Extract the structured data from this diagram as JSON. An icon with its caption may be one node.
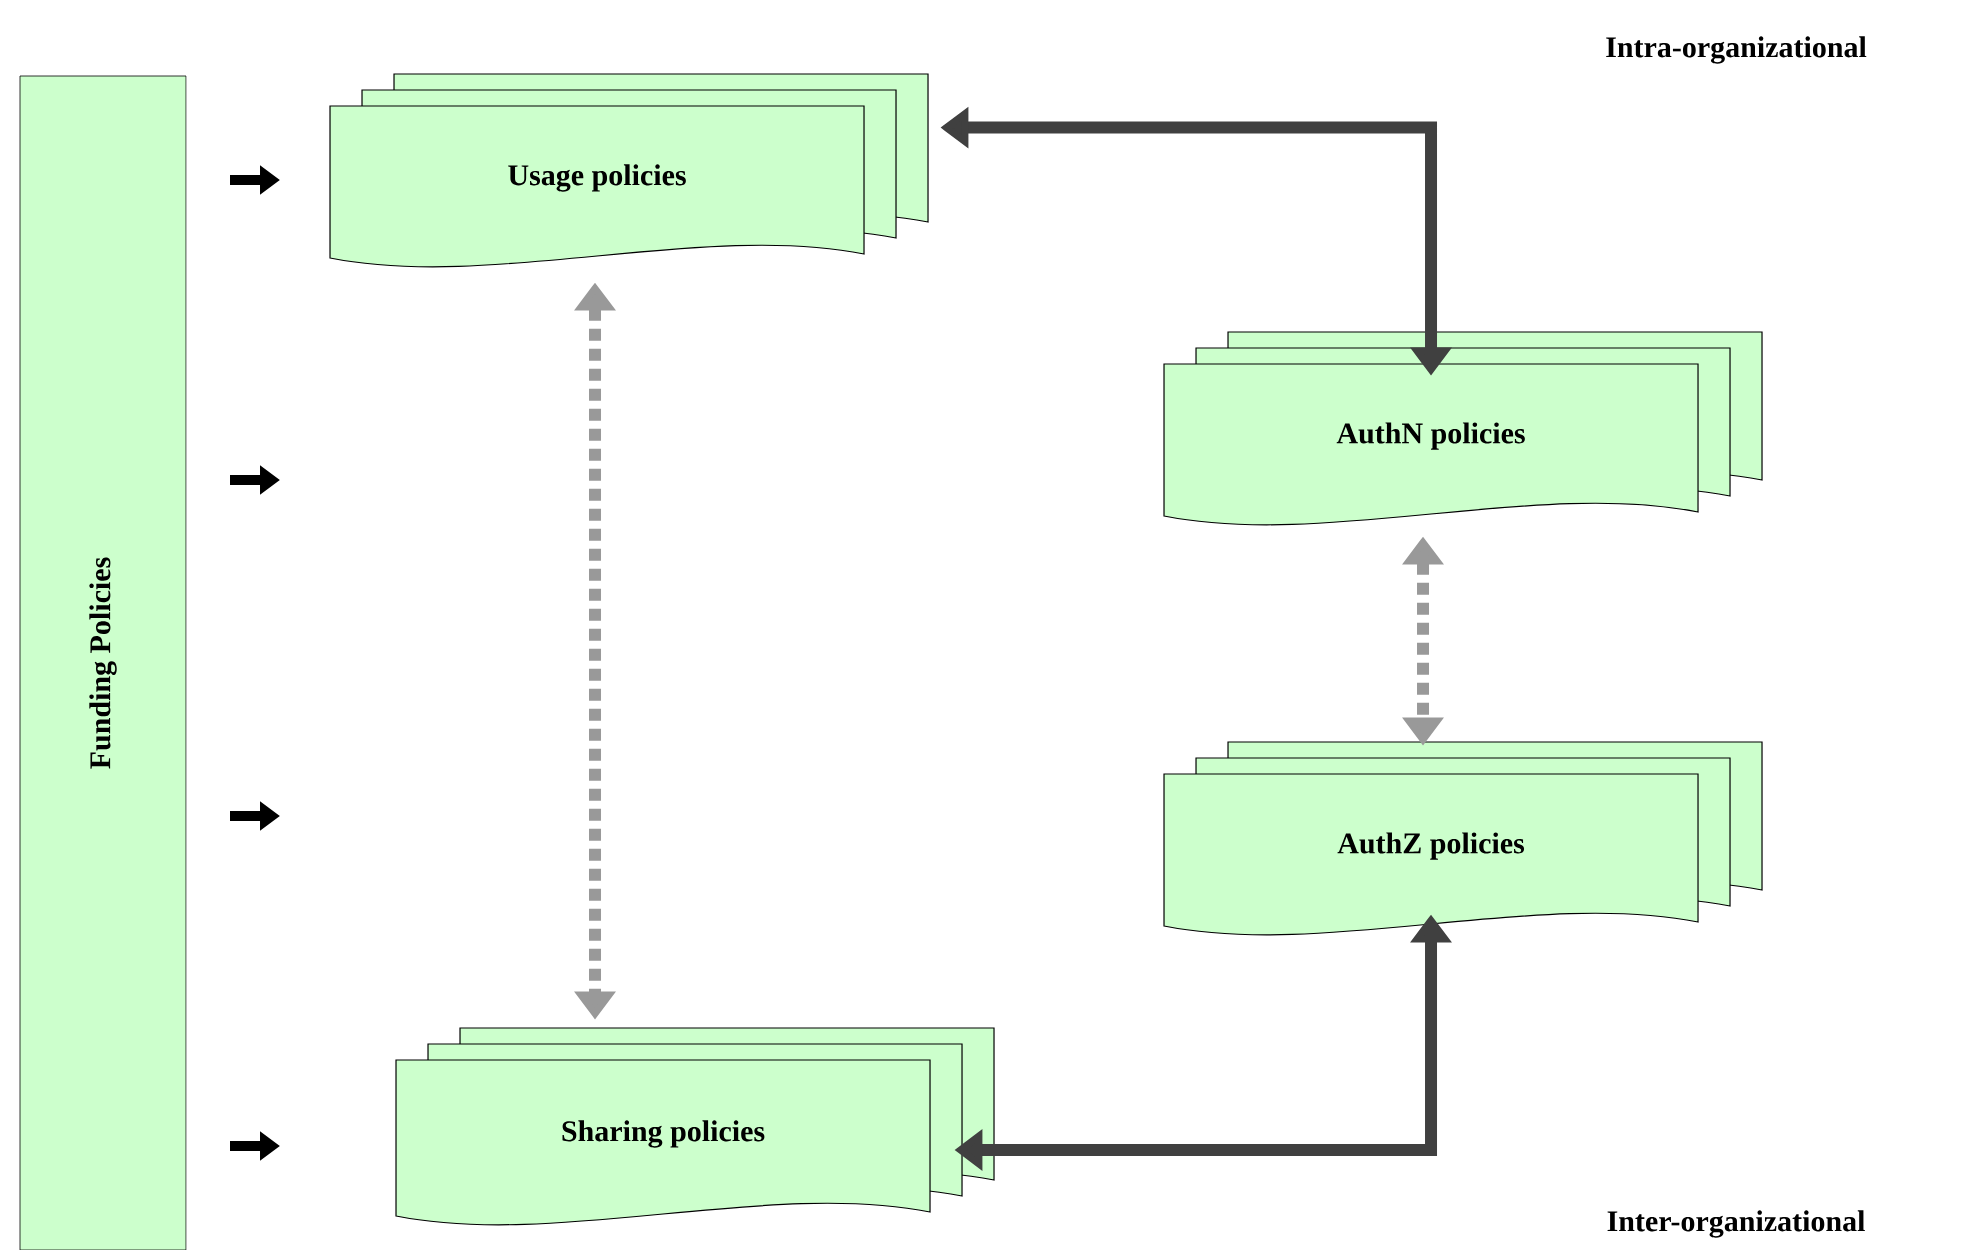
{
  "diagram": {
    "nodes": [
      {
        "text": [
          "Funding Policies"
        ]
      },
      {
        "text": [
          "Usage policies"
        ]
      },
      {
        "text": [
          "AuthN policies"
        ]
      },
      {
        "text": [
          "AuthZ policies"
        ]
      },
      {
        "text": [
          "Sharing policies"
        ]
      }
    ],
    "edges": [
      {
        "from": 1,
        "to": 2,
        "arrow": "both"
      },
      {
        "from": 1,
        "to": 4,
        "arrow": "both",
        "style": "dashed",
        "color": "#999999"
      },
      {
        "from": 2,
        "to": 3,
        "arrow": "both",
        "style": "dashed",
        "color": "#999999"
      },
      {
        "from": 4,
        "to": 3,
        "arrow": "both"
      }
    ],
    "labels": [
      "Intra-organizational",
      "Inter-organizational"
    ]
  }
}
